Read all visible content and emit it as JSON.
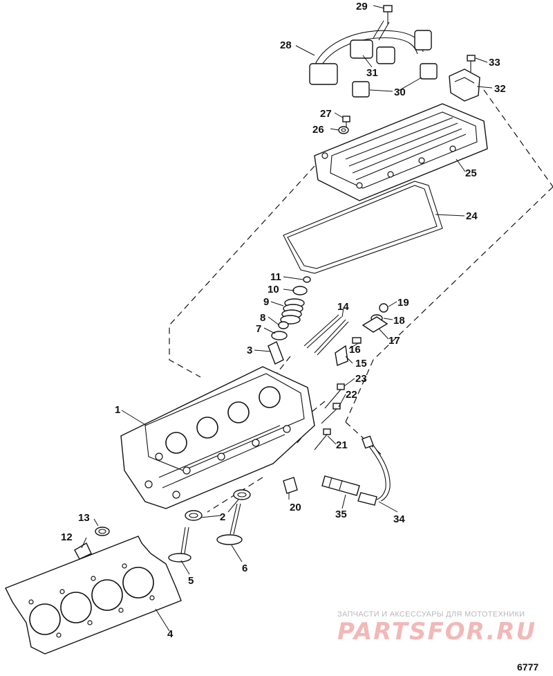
{
  "diagram": {
    "figure_number": "6777",
    "watermark": {
      "caption": "ЗАПЧАСТИ И АКСЕССУАРЫ ДЛЯ МОТОТЕХНИКИ",
      "logo": "PARTSFOR.RU"
    },
    "callouts": [
      "1",
      "2",
      "3",
      "4",
      "5",
      "6",
      "7",
      "8",
      "9",
      "10",
      "11",
      "12",
      "13",
      "14",
      "15",
      "16",
      "17",
      "18",
      "19",
      "20",
      "21",
      "22",
      "23",
      "24",
      "25",
      "26",
      "27",
      "28",
      "29",
      "30",
      "31",
      "32",
      "33",
      "34",
      "35"
    ]
  }
}
